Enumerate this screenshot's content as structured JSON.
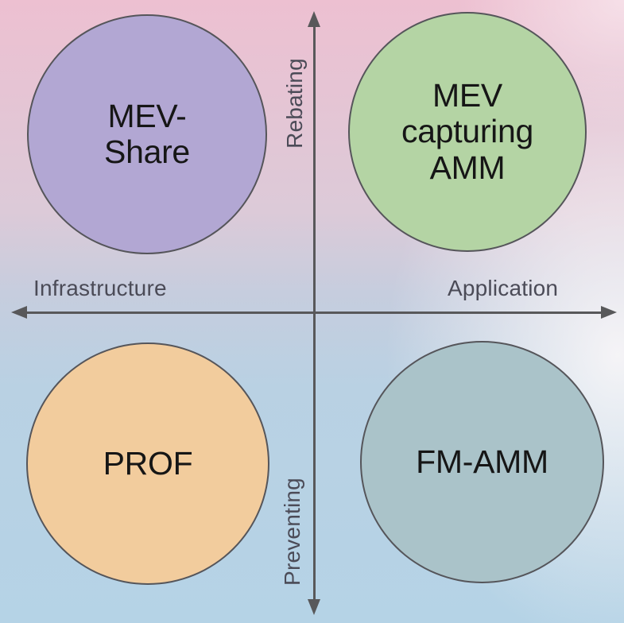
{
  "diagram": {
    "title": "MEV solutions quadrant diagram",
    "axes": {
      "horizontal": {
        "left_label": "Infrastructure",
        "right_label": "Application"
      },
      "vertical": {
        "top_label": "Rebating",
        "bottom_label": "Preventing"
      }
    },
    "quadrants": [
      {
        "position": "top-left",
        "label": "MEV-\nShare",
        "fill": "#b2a7d3"
      },
      {
        "position": "top-right",
        "label": "MEV\ncapturing\nAMM",
        "fill": "#b4d4a4"
      },
      {
        "position": "bottom-left",
        "label": "PROF",
        "fill": "#f2cc9d"
      },
      {
        "position": "bottom-right",
        "label": "FM-AMM",
        "fill": "#aac3c9"
      }
    ],
    "colors": {
      "axis": "#58585a",
      "axis_label": "#4b4b57",
      "circle_border": "#55555a",
      "circle_text": "#161616",
      "bg_top": "#edc0d1",
      "bg_bottom": "#b5d3e6"
    }
  }
}
